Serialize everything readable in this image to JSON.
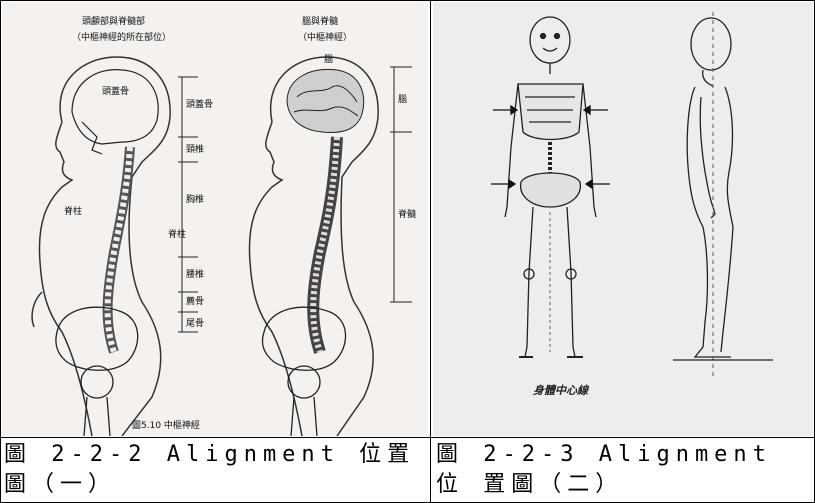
{
  "figure_left": {
    "title_left": "頭顱部與脊髓部",
    "subtitle_left": "（中樞神經的所在部位）",
    "title_right": "腦與脊髓",
    "subtitle_right": "（中樞神經）",
    "label_skull": "頭蓋骨",
    "label_spine": "脊柱",
    "label_brain": "腦",
    "label_spinal_cord": "脊髓",
    "side_labels": [
      "頭蓋骨",
      "頸椎",
      "胸椎",
      "脊柱",
      "腰椎",
      "薦骨",
      "尾骨"
    ],
    "footer": "圖5.10 中樞神經"
  },
  "figure_right": {
    "caption_text": "身體中心線"
  },
  "captions": {
    "left": "圖 2-2-2 Alignment 位置 圖（一）",
    "right": "圖 2-2-3 Alignment 位 置圖（二）"
  }
}
